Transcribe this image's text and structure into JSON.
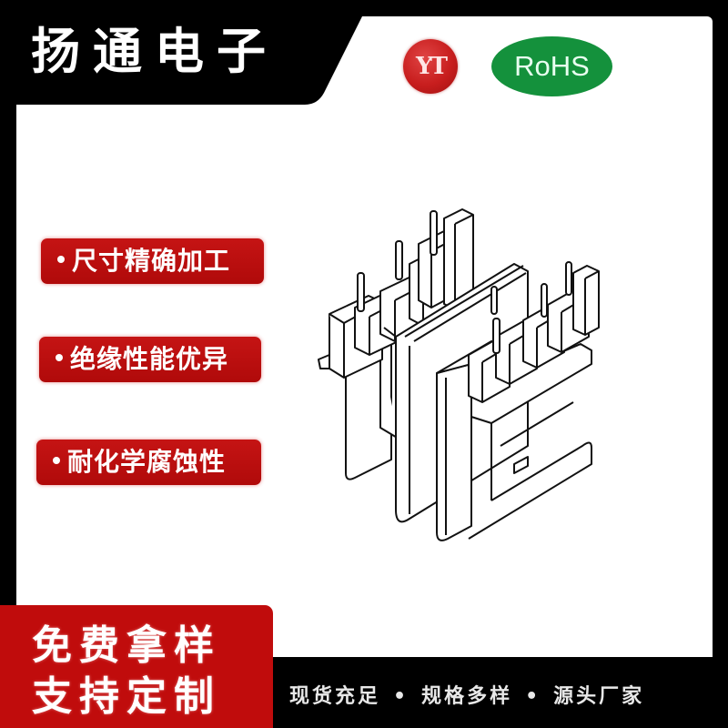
{
  "header": {
    "brand_title": "扬通电子",
    "logo_badge": {
      "text": "YT",
      "color": "#c81e1e"
    },
    "cert_badge": {
      "text": "RoHS",
      "color": "#14913c"
    }
  },
  "features": [
    {
      "bullet": "•",
      "label": "尺寸精确加工"
    },
    {
      "bullet": "•",
      "label": "绝缘性能优异"
    },
    {
      "bullet": "•",
      "label": "耐化学腐蚀性"
    }
  ],
  "product": {
    "illustration": "transformer-bobbin-line-drawing"
  },
  "promo": {
    "line1": "免费拿样",
    "line2": "支持定制",
    "color": "#c00c0c"
  },
  "footer": {
    "items": [
      "现货充足",
      "规格多样",
      "源头厂家"
    ],
    "separator": "•"
  },
  "colors": {
    "frame": "#000000",
    "accent_red": "#c00c0c",
    "background": "#ffffff"
  }
}
